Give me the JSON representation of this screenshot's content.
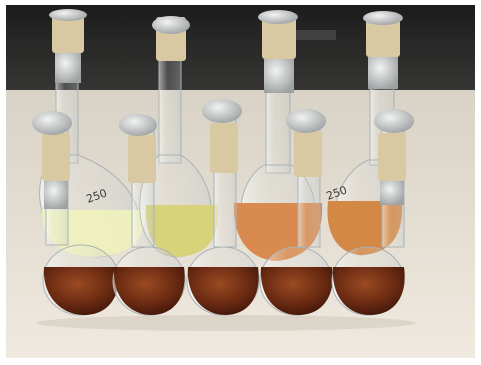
{
  "photo": {
    "alt": "",
    "palette": {
      "bench": "#ece5da",
      "bench_shadow": "#cfc6b8",
      "backdrop": "#2a2a2a",
      "glass": "#e7eef0",
      "foil": "#c9cbcb",
      "label_tape": "#d9c9a3",
      "pale_yellow": "#eef0bd",
      "yellow": "#d8d27a",
      "light_orange": "#d98a4e",
      "orange": "#d48846",
      "dark_brown": "#6a2a12"
    },
    "back_row": [
      {
        "solution_color": "pale_yellow"
      },
      {
        "solution_color": "yellow"
      },
      {
        "solution_color": "light_orange"
      },
      {
        "solution_color": "orange"
      }
    ],
    "front_row": [
      {
        "solution_color": "dark_brown"
      },
      {
        "solution_color": "dark_brown"
      },
      {
        "solution_color": "dark_brown"
      },
      {
        "solution_color": "dark_brown"
      },
      {
        "solution_color": "dark_brown"
      }
    ],
    "flask_text": {
      "left_flask": "250",
      "right_flask": "250"
    }
  }
}
